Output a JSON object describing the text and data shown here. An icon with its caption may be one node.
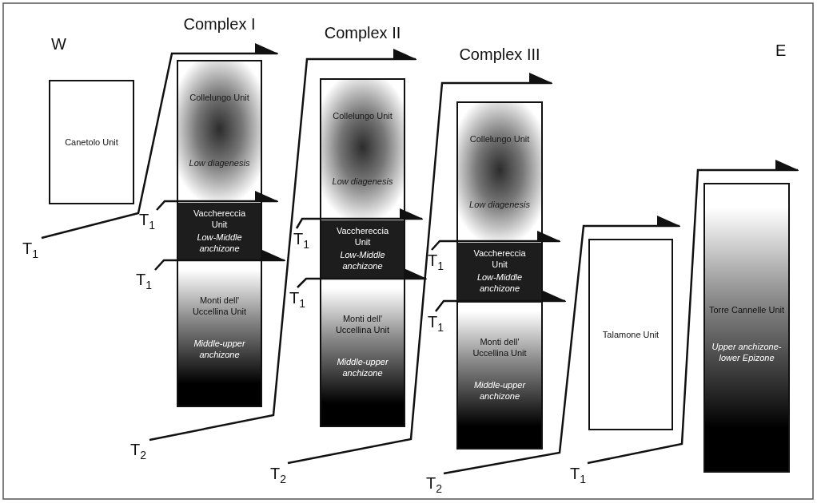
{
  "diagram": {
    "nodes": [
      {
        "text": [
          "Canetolo Unit"
        ]
      },
      {
        "text": [
          "Complex I"
        ]
      },
      {
        "text": [
          "Collelungo Unit",
          "Low diagenesis"
        ],
        "in": 1
      },
      {
        "text": [
          "Vacchereccia Unit",
          "Low-Middle anchizone"
        ],
        "in": 1
      },
      {
        "text": [
          "Monti dell' Uccellina Unit",
          "Middle-upper anchizone"
        ],
        "in": 1
      },
      {
        "text": [
          "Complex II"
        ]
      },
      {
        "text": [
          "Collelungo Unit",
          "Low diagenesis"
        ],
        "in": 5
      },
      {
        "text": [
          "Vacchereccia Unit",
          "Low-Middle anchizone"
        ],
        "in": 5
      },
      {
        "text": [
          "Monti dell' Uccellina Unit",
          "Middle-upper anchizone"
        ],
        "in": 5
      },
      {
        "text": [
          "Complex III"
        ]
      },
      {
        "text": [
          "Collelungo Unit",
          "Low diagenesis"
        ],
        "in": 9
      },
      {
        "text": [
          "Vacchereccia Unit",
          "Low-Middle anchizone"
        ],
        "in": 9
      },
      {
        "text": [
          "Monti dell' Uccellina Unit",
          "Middle-upper anchizone"
        ],
        "in": 9
      },
      {
        "text": [
          "Talamone Unit"
        ]
      },
      {
        "text": [
          "Torre Cannelle Unit",
          "Upper anchizone- lower Epizone"
        ]
      }
    ],
    "labels": [
      "W",
      "T$_{1}$",
      "T$_{1}$",
      "T$_{1}$",
      "T$_{2}$",
      "T$_{1}$",
      "T$_{1}$",
      "T$_{2}$",
      "T$_{1}$",
      "T$_{1}$",
      "T$_{2}$",
      "T$_{1}$",
      "E"
    ]
  }
}
